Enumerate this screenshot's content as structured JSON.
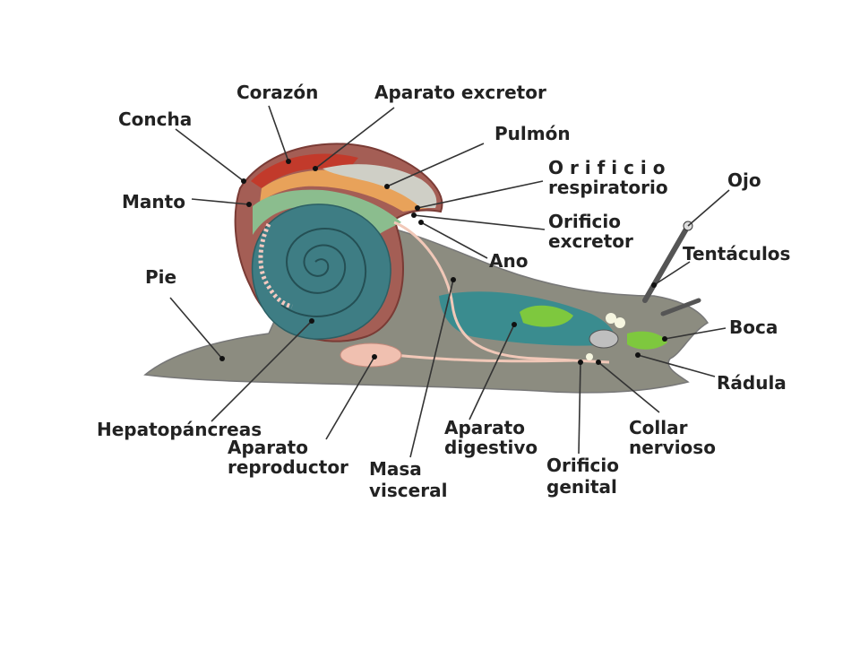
{
  "labels": {
    "corazon": "Corazón",
    "aparato_excretor": "Aparato excretor",
    "concha": "Concha",
    "pulmon": "Pulmón",
    "orificio_respiratorio_1": "O r i f i c i o",
    "orificio_respiratorio_2": "respiratorio",
    "ojo": "Ojo",
    "manto": "Manto",
    "orificio_excretor_1": "Orificio",
    "orificio_excretor_2": "excretor",
    "ano": "Ano",
    "tentaculos": "Tentáculos",
    "pie": "Pie",
    "boca": "Boca",
    "radula": "Rádula",
    "hepatopancreas": "Hepatopáncreas",
    "aparato_reproductor_1": "Aparato",
    "aparato_reproductor_2": "reproductor",
    "masa_visceral_1": "Masa",
    "masa_visceral_2": "visceral",
    "aparato_digestivo_1": "Aparato",
    "aparato_digestivo_2": "digestivo",
    "orificio_genital_1": "Orificio",
    "orificio_genital_2": "genital",
    "collar_nervioso_1": "Collar",
    "collar_nervioso_2": "nervioso"
  }
}
